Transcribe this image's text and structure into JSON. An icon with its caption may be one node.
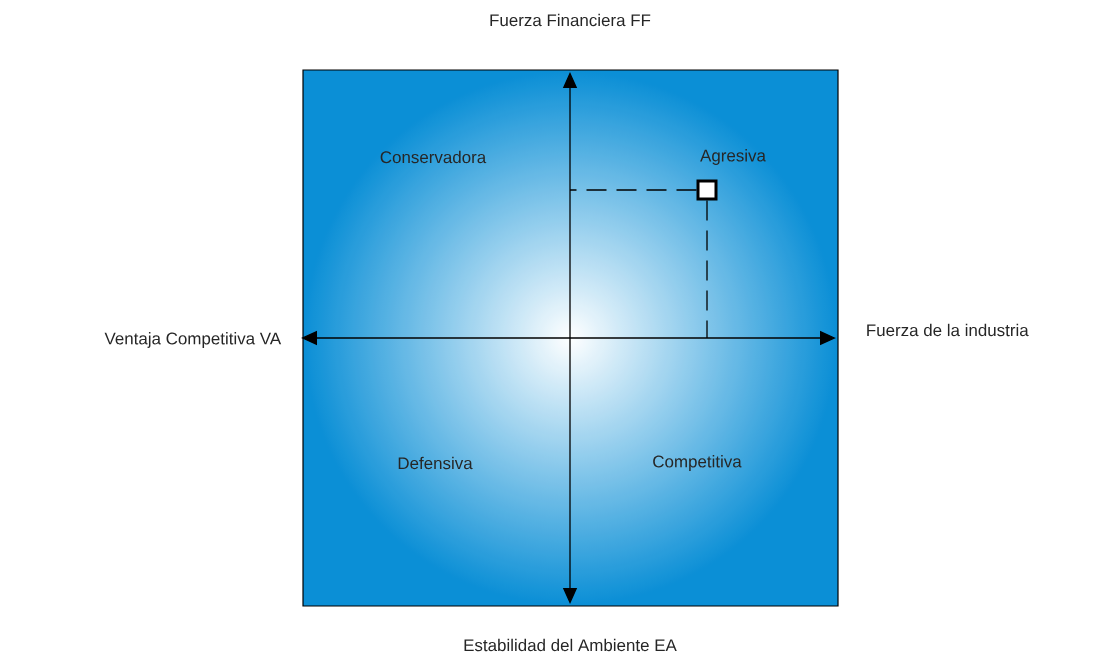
{
  "diagram": {
    "nodes": [
      {
        "text": [
          "Conservadora",
          "Agresiva",
          "Defensiva",
          "Competitiva"
        ]
      },
      {
        "text": [],
        "shape": "box",
        "in": 0
      }
    ],
    "edges": [
      {
        "from": 1,
        "to": null,
        "arrow": "none",
        "style": "dashed"
      },
      {
        "from": 1,
        "to": null,
        "arrow": "none",
        "style": "dashed"
      }
    ],
    "labels": [
      "Fuerza Financiera FF",
      "Ventaja Competitiva VA",
      "Fuerza de la industria",
      "Estabilidad del Ambiente EA"
    ]
  }
}
